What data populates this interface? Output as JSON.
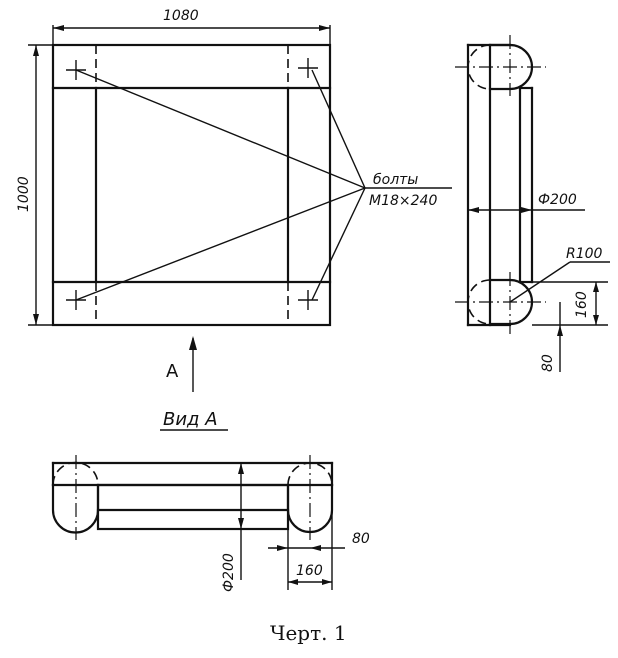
{
  "labels": {
    "width": "1080",
    "height": "1000",
    "bolts_word": "болты",
    "bolts_spec": "М18×240",
    "diameter_side": "Ф200",
    "radius": "R100",
    "dim_160_side": "160",
    "dim_80_side": "80",
    "view_marker": "А",
    "view_title": "Вид А",
    "diameter_bottom": "Ф200",
    "dim_80_bottom": "80",
    "dim_160_bottom": "160",
    "caption": "Черт. 1"
  }
}
